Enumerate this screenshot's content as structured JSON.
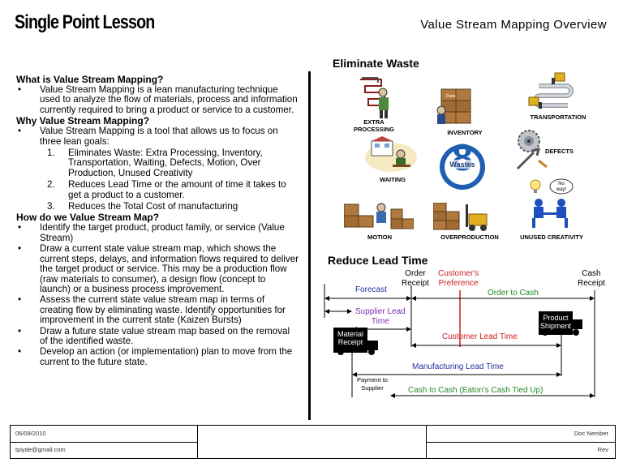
{
  "header": {
    "brand": "Single Point Lesson",
    "title": "Value Stream Mapping Overview"
  },
  "left": {
    "what_heading": "What is Value Stream Mapping?",
    "what_bullets": [
      "Value Stream Mapping is a lean manufacturing technique used to analyze the flow of materials, process and information currently required to bring a product or service to a customer."
    ],
    "why_heading": "Why Value Stream Mapping?",
    "why_bullets": [
      "Value Stream Mapping is a tool that allows us to focus on three lean goals:"
    ],
    "goals": [
      {
        "num": "1.",
        "text": "Eliminates Waste: Extra Processing, Inventory, Transportation, Waiting, Defects, Motion, Over Production, Unused Creativity"
      },
      {
        "num": "2.",
        "text": "Reduces Lead Time or the amount of time it takes to get a product to a customer."
      },
      {
        "num": "3.",
        "text": "Reduces the Total Cost of manufacturing"
      }
    ],
    "how_heading": "How do we Value Stream Map?",
    "how_bullets": [
      "Identify the target product, product family, or service (Value Stream)",
      "Draw a current state value stream map, which shows the current steps, delays, and information flows required to deliver the target product or service. This may be a production flow (raw materials to consumer), a design flow (concept to launch) or a business process improvement.",
      "Assess the current state value stream map in terms of creating flow by eliminating waste. Identify opportunities for improvement in the current state (Kaizen Bursts)",
      "Draw a future state value stream map based on the removal of the identified waste.",
      "Develop an action (or implementation) plan to move from the current to the future state."
    ]
  },
  "waste": {
    "heading": "Eliminate Waste",
    "center_number": "8",
    "center_label": "Wastes",
    "labels": {
      "extra_processing_1": "EXTRA",
      "extra_processing_2": "PROCESSING",
      "inventory": "INVENTORY",
      "transportation": "TRANSPORTATION",
      "defects": "DEFECTS",
      "waiting": "WAITING",
      "motion": "MOTION",
      "overproduction": "OVERPRODUCTION",
      "unused_creativity": "UNUSED CREATIVITY"
    },
    "box_text": "Parts",
    "bubble_1": "No",
    "bubble_2": "way!"
  },
  "lead": {
    "heading": "Reduce Lead Time",
    "order_receipt_1": "Order",
    "order_receipt_2": "Receipt",
    "customer_pref_1": "Customer's",
    "customer_pref_2": "Preference",
    "cash_receipt_1": "Cash",
    "cash_receipt_2": "Receipt",
    "forecast": "Forecast",
    "order_to_cash": "Order to Cash",
    "supplier_lead_1": "Supplier Lead",
    "supplier_lead_2": "Time",
    "material_receipt_1": "Material",
    "material_receipt_2": "Receipt",
    "product_shipment_1": "Product",
    "product_shipment_2": "Shipment",
    "customer_lead_time": "Customer Lead Time",
    "manufacturing_lead_time": "Manufacturing Lead Time",
    "payment_to_supplier_1": "Payment to",
    "payment_to_supplier_2": "Supplier",
    "cash_to_cash": "Cash to Cash (Eaton's Cash Tied Up)"
  },
  "footer": {
    "date": "06/09/2010",
    "email": "tpiyde@gmail.com",
    "doc_number": "Doc Nember",
    "rev": "Rev"
  },
  "colors": {
    "green": "#1f8a1f",
    "red": "#cc1f1f",
    "blue": "#2433a0",
    "purple": "#7a2ea8"
  }
}
